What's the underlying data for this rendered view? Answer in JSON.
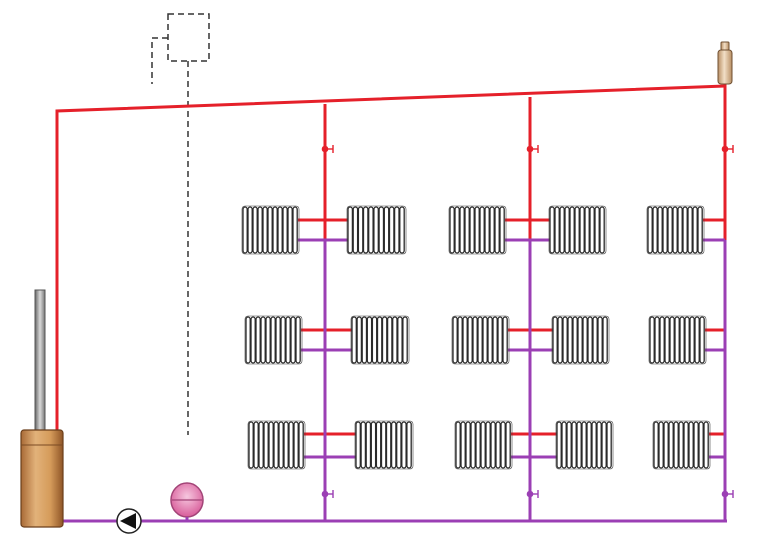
{
  "diagram": {
    "type": "two-pipe heating system schematic",
    "colors": {
      "supply_pipe": "#e5202a",
      "return_pipe": "#9b3fb4",
      "boiler_body": "#d59b5a",
      "boiler_flue": "#8a8a8a",
      "radiator_fill": "#ffffff",
      "radiator_stroke": "#2a2a2a",
      "expansion_tank": "#e58fbf",
      "air_vent": "#e7c9a6",
      "expansion_line": "#333333"
    },
    "components": [
      {
        "id": "boiler",
        "icon": "boiler-icon"
      },
      {
        "id": "circulation_pump",
        "icon": "pump-icon"
      },
      {
        "id": "expansion_tank",
        "icon": "expansion-tank-icon"
      },
      {
        "id": "air_vent",
        "icon": "air-vent-icon"
      },
      {
        "id": "open_expansion_vessel",
        "icon": "open-vessel-dashed-icon"
      },
      {
        "id": "radiators",
        "icon": "radiator-icon",
        "count": 15
      },
      {
        "id": "supply_risers",
        "count": 3
      },
      {
        "id": "return_risers",
        "count": 3
      },
      {
        "id": "valves",
        "icon": "valve-icon",
        "count": 6
      }
    ],
    "layout_rows": 3,
    "risers": 3
  }
}
